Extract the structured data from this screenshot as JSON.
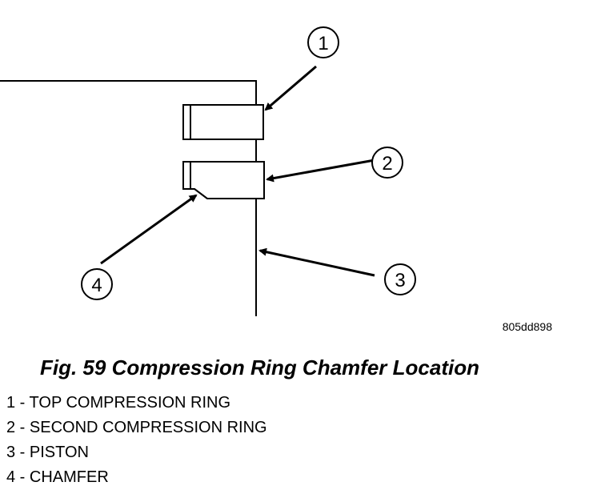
{
  "figure": {
    "code": "805dd898",
    "caption": "Fig. 59 Compression Ring Chamfer Location"
  },
  "callouts": [
    "1",
    "2",
    "3",
    "4"
  ],
  "legend": [
    "1 - TOP COMPRESSION RING",
    "2 - SECOND COMPRESSION RING",
    "3 - PISTON",
    "4 - CHAMFER"
  ]
}
